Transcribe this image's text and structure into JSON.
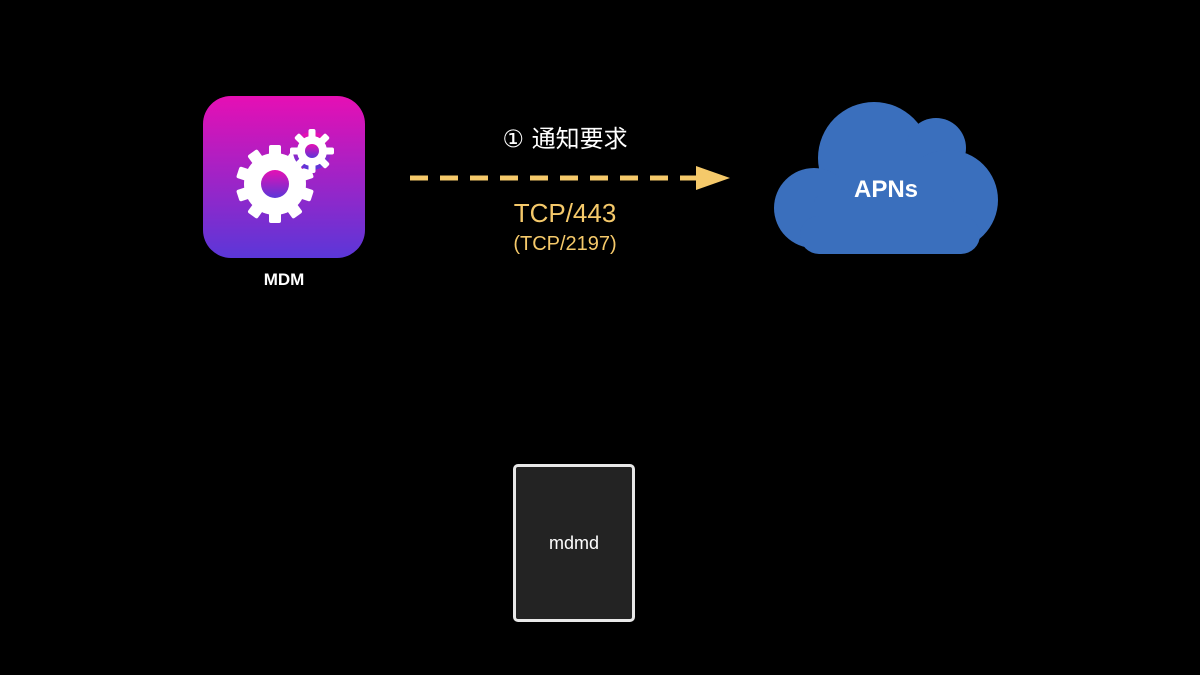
{
  "mdm": {
    "label": "MDM",
    "icon": "gears-icon",
    "gradient_top": "#e60fb4",
    "gradient_bottom": "#5b37d8"
  },
  "connection": {
    "step_label": "① 通知要求",
    "port_main": "TCP/443",
    "port_alt": "(TCP/2197)",
    "color": "#f5c96a"
  },
  "apns": {
    "label": "APNs",
    "icon": "cloud-icon",
    "color": "#3a6fbd"
  },
  "device": {
    "label": "mdmd"
  }
}
